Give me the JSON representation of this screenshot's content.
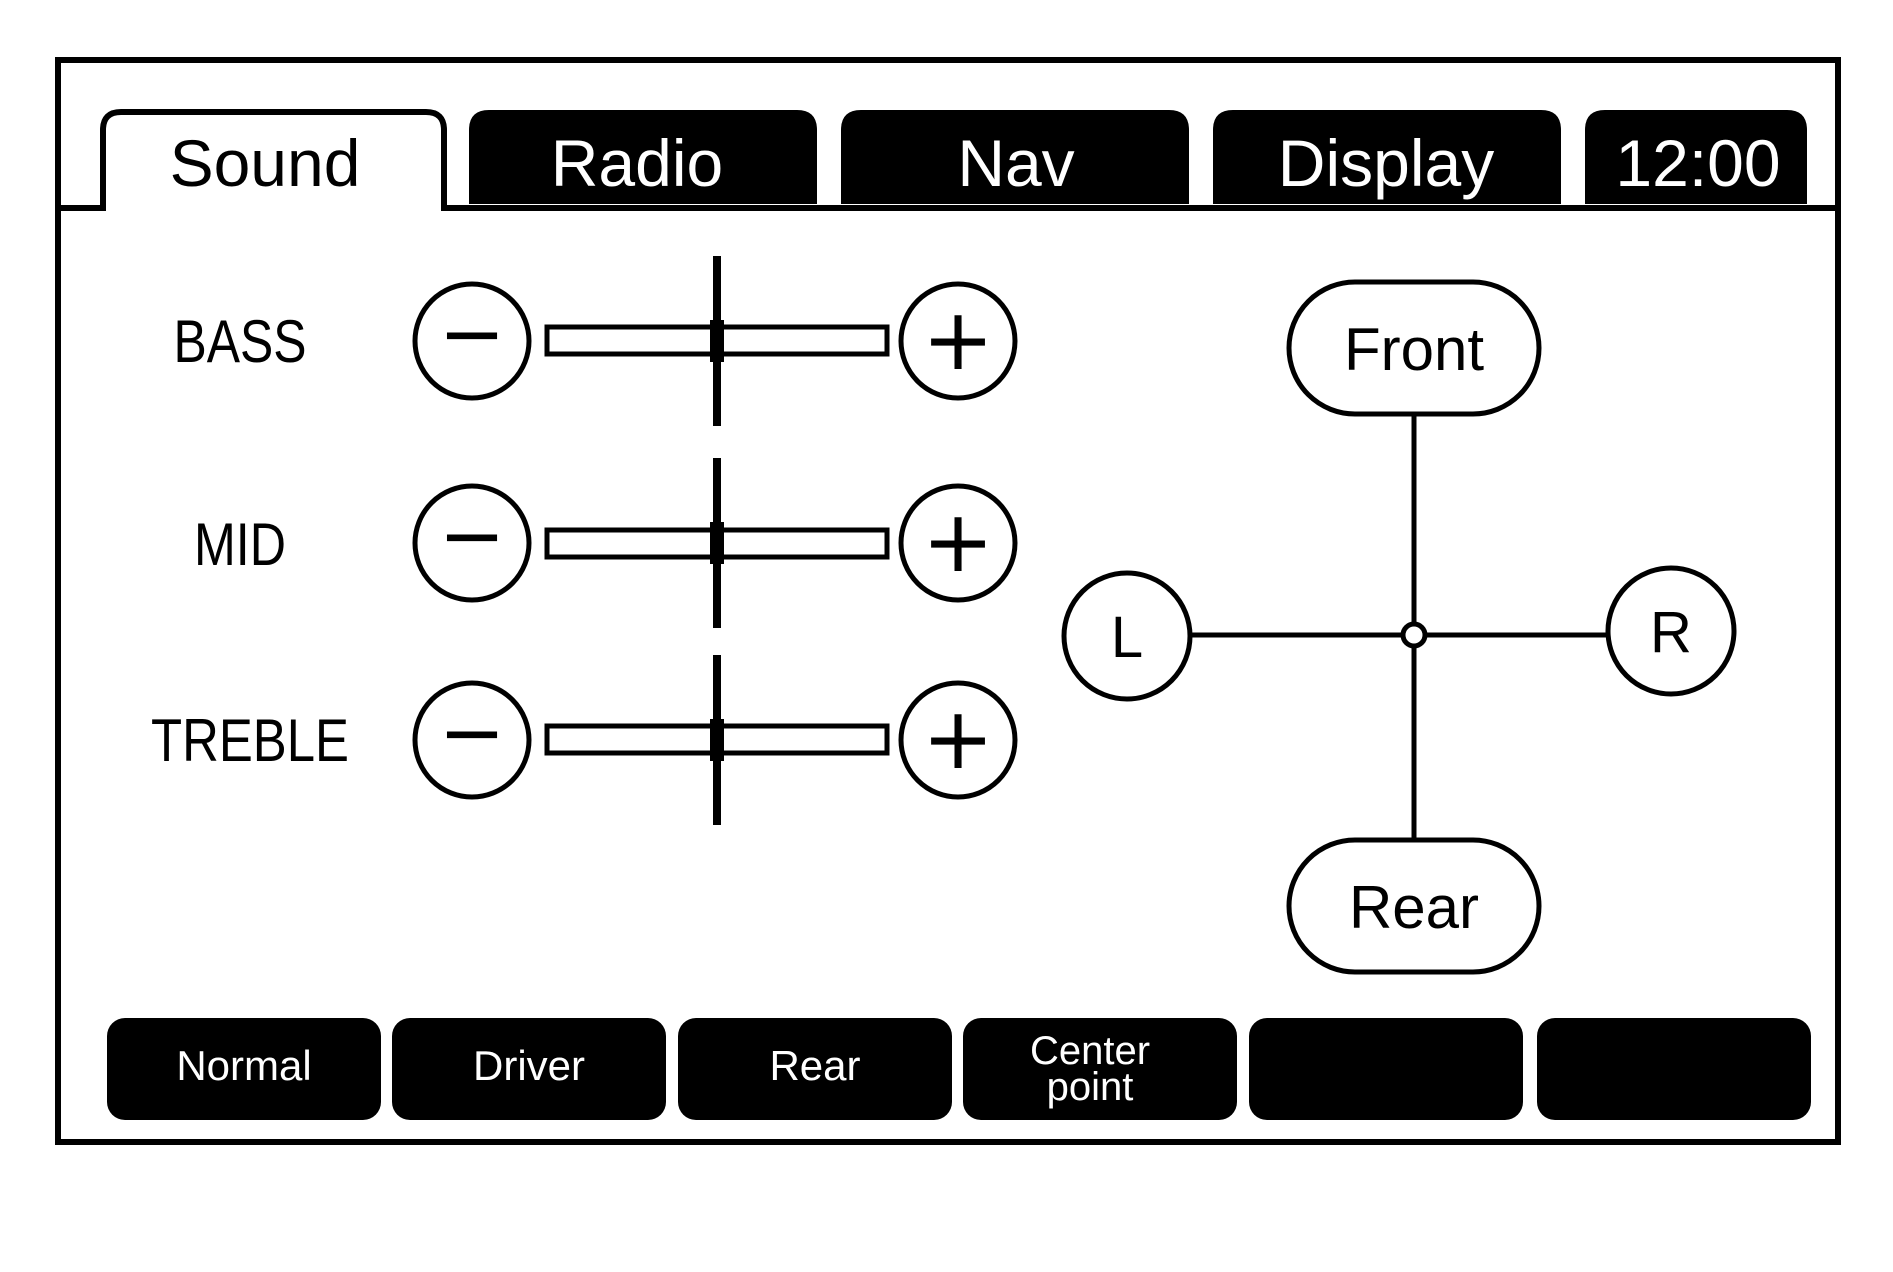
{
  "tabs": [
    {
      "label": "Sound",
      "active": true
    },
    {
      "label": "Radio",
      "active": false
    },
    {
      "label": "Nav",
      "active": false
    },
    {
      "label": "Display",
      "active": false
    }
  ],
  "clock": "12:00",
  "tone": {
    "bass": {
      "label": "BASS",
      "level": 0.5
    },
    "mid": {
      "label": "MID",
      "level": 0.5
    },
    "treble": {
      "label": "TREBLE",
      "level": 0.5
    },
    "minus_glyph": "−",
    "plus_glyph": "+"
  },
  "balance_fade": {
    "front": "Front",
    "rear": "Rear",
    "left": "L",
    "right": "R",
    "balance": 0,
    "fade": 0
  },
  "presets": {
    "normal": "Normal",
    "driver": "Driver",
    "rear": "Rear",
    "center_line1": "Center",
    "center_line2": "point"
  },
  "colors": {
    "ink": "#000000",
    "paper": "#ffffff"
  }
}
